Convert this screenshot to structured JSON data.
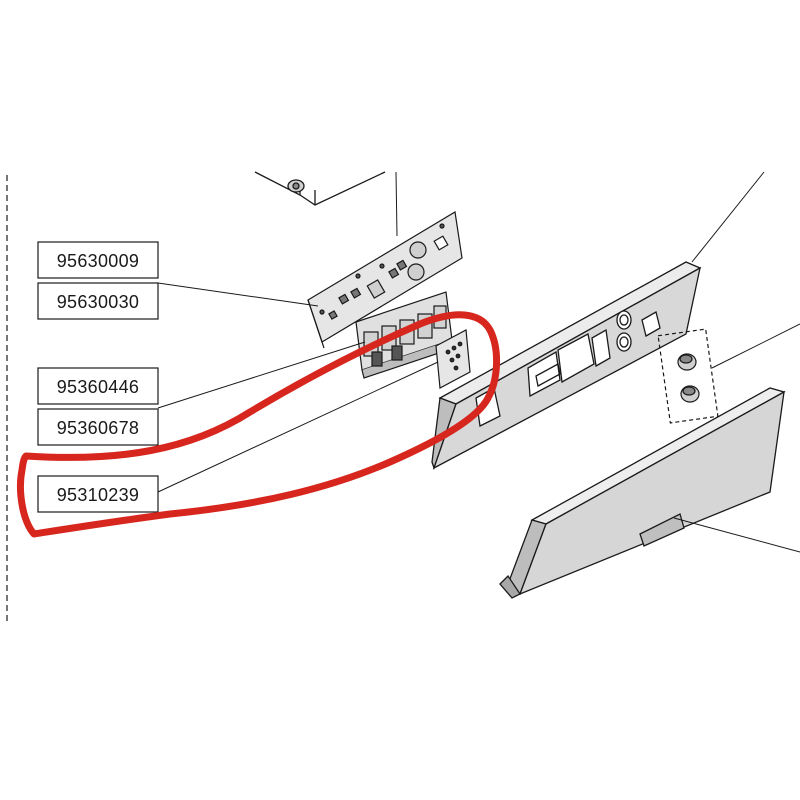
{
  "part_labels": [
    {
      "id": "label-1",
      "text": "95630009"
    },
    {
      "id": "label-2",
      "text": "95630030"
    },
    {
      "id": "label-3",
      "text": "95360446"
    },
    {
      "id": "label-4",
      "text": "95360678"
    },
    {
      "id": "label-5",
      "text": "95310239"
    }
  ],
  "colors": {
    "line": "#1a1a1a",
    "highlight": "#d7261e",
    "part_fill": "#d8d8d8",
    "part_fill_dark": "#b9b9b9",
    "board_fill": "#e4e4e4"
  }
}
